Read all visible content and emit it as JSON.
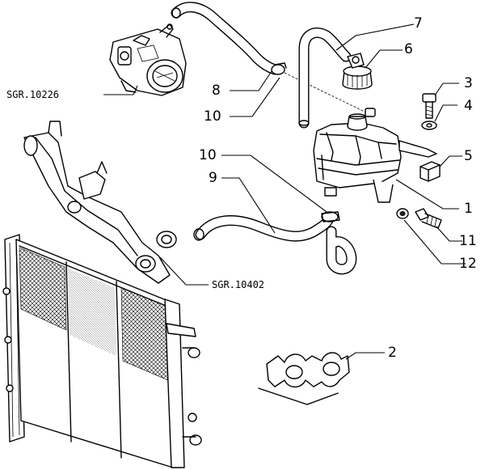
{
  "callouts": {
    "c1": "1",
    "c2": "2",
    "c3": "3",
    "c4": "4",
    "c5": "5",
    "c6": "6",
    "c7": "7",
    "c8": "8",
    "c9": "9",
    "c10a": "10",
    "c10b": "10",
    "c11": "11",
    "c12": "12"
  },
  "references": {
    "throttle_body": "SGR.10226",
    "water_pipe": "SGR.10402"
  }
}
